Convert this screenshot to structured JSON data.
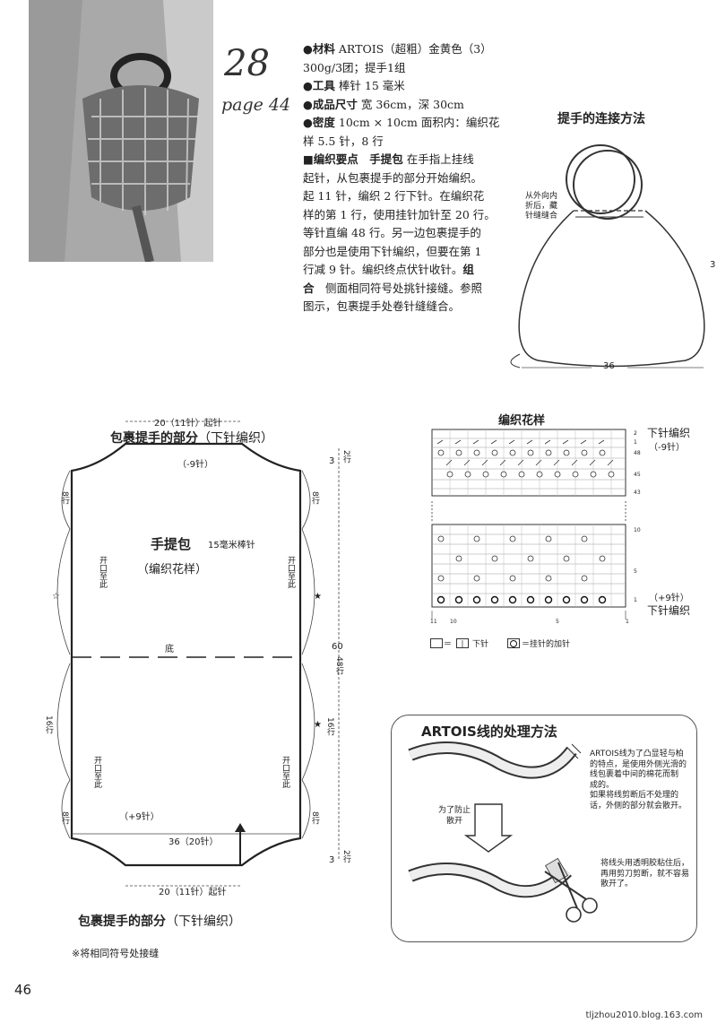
{
  "header": {
    "pattern_number": "28",
    "page_ref": "page 44"
  },
  "info": {
    "materials_label": "●材料",
    "materials_text": "ARTOIS（超粗）金黄色（3）",
    "materials_text2": "300g/3团；提手1组",
    "tools_label": "●工具",
    "tools_text": "棒针 15 毫米",
    "size_label": "●成品尺寸",
    "size_text": "宽 36cm，深 30cm",
    "gauge_label": "●密度",
    "gauge_text": "10cm × 10cm 面积内：编织花",
    "gauge_text2": "样 5.5 针，8 行",
    "points_label": "■编织要点　手提包",
    "points_text": "在手指上挂线",
    "points_lines": [
      "起针，从包裹提手的部分开始编织。",
      "起 11 针，编织 2 行下针。在编织花",
      "样的第 1 行，使用挂针加针至 20 行。",
      "等针直编 48 行。另一边包裹提手的",
      "部分也是使用下针编织，但要在第 1",
      "行减 9 针。编织终点伏针收针。"
    ],
    "combine_label": "组",
    "combine_label2": "合",
    "combine_lines": [
      "侧面相同符号处挑针接缝。参照",
      "图示，包裹提手处卷针缝缝合。"
    ]
  },
  "handle_diagram": {
    "title": "提手的连接方法",
    "note_lines": [
      "从外向内",
      "折后，藏",
      "针缝缝合"
    ],
    "width_label": "36",
    "height_label": "3"
  },
  "bag_diagram": {
    "top_width": "20（11针）起针",
    "top_wrap_label": "包裹提手的部分",
    "top_wrap_sub": "（下针编织）",
    "minus_label": "（-9针）",
    "title": "手提包",
    "needle": "15毫米棒针",
    "pattern_label": "（编织花样）",
    "opening_left": "开口至此",
    "opening_right": "开口至此",
    "bottom_label": "底",
    "plus_label": "（+9针）",
    "bottom_width": "36（20针）",
    "bottom_start": "20（11针）起针",
    "bottom_wrap_label": "包裹提手的部分",
    "bottom_wrap_sub": "（下针编织）",
    "left_8_top": "8行",
    "left_16": "16行",
    "left_8_bottom": "8行",
    "right_8_top": "8行",
    "right_60": "60",
    "right_48": "48行",
    "right_16": "16行",
    "right_8_bottom": "8行",
    "top_3": "3",
    "top_2": "2行",
    "bottom_3": "3",
    "bottom_2": "2行",
    "sym_star_open": "☆",
    "sym_star_solid": "★",
    "seam_note": "※将相同符号处接缝"
  },
  "stitch_chart": {
    "title": "编织花样",
    "top_label": "下针编织",
    "top_sub": "（-9针）",
    "bottom_sub": "（+9针）",
    "bottom_label": "下针编织",
    "row_numbers_top": [
      "2",
      "1",
      "48",
      "45",
      "43"
    ],
    "row_numbers_bottom": [
      "10",
      "5",
      "1"
    ],
    "col_numbers": [
      "11",
      "10",
      "5",
      "1"
    ],
    "legend_knit": "＝",
    "legend_knit_text": "下针",
    "legend_yo": "＝挂针的加针"
  },
  "artois_box": {
    "title": "ARTOIS线的处理方法",
    "note1_lines": [
      "ARTOIS线为了凸显轻与柏",
      "的特点，是使用外侧光滑的",
      "线包裹着中间的棉花而制",
      "成的。",
      "如果将线剪断后不处理的",
      "话，外侧的部分就会散开。"
    ],
    "arrow_label_lines": [
      "为了防止",
      "散开"
    ],
    "note2_lines": [
      "将线头用透明胶粘住后，",
      "再用剪刀剪断，就不容易",
      "散开了。"
    ]
  },
  "page_number": "46",
  "footer": "tljzhou2010.blog.163.com"
}
